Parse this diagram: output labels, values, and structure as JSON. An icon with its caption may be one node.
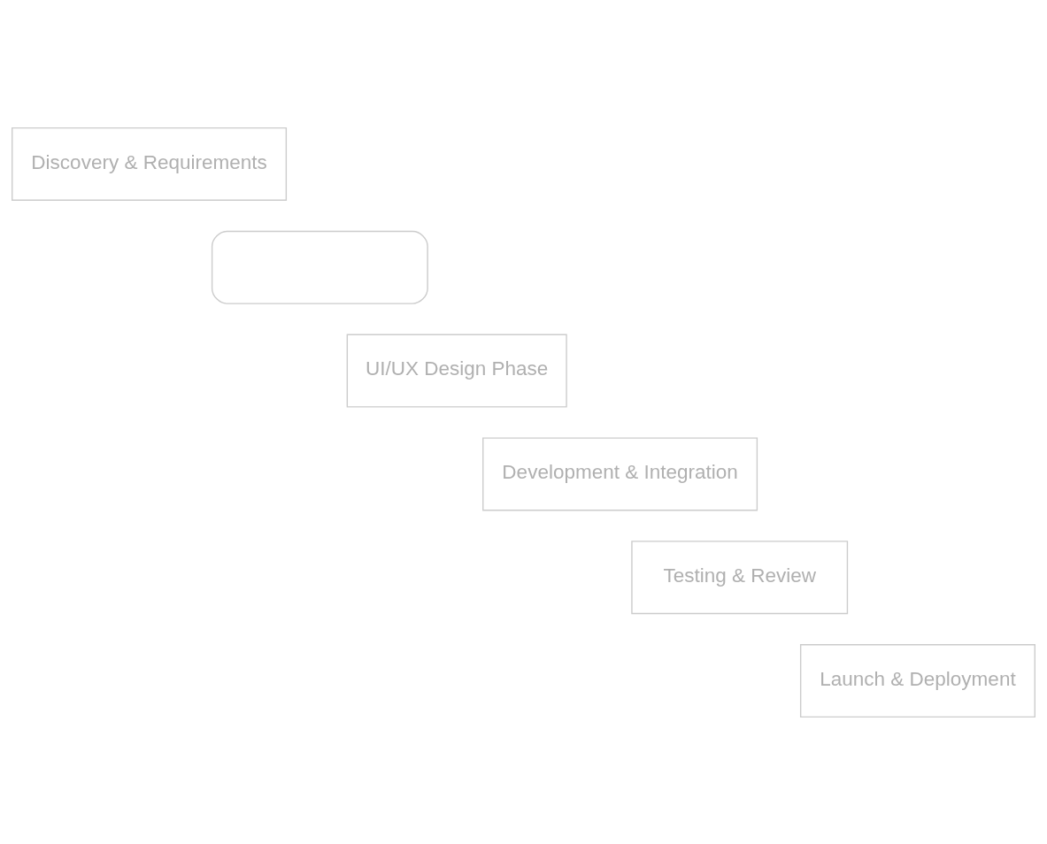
{
  "diagram": {
    "nodes": [
      {
        "text": [
          "Discovery & Requirements"
        ]
      },
      {
        "text": [],
        "shape": "bar"
      },
      {
        "text": [
          "UI/UX Design Phase"
        ]
      },
      {
        "text": [
          "Development & Integration"
        ]
      },
      {
        "text": [
          "Testing & Review"
        ]
      },
      {
        "text": [
          "Launch & Deployment"
        ]
      }
    ],
    "edges": []
  }
}
